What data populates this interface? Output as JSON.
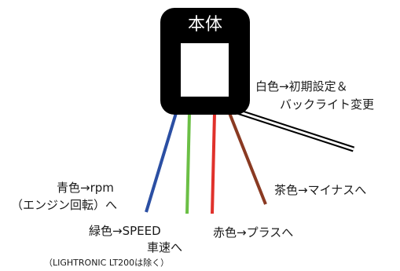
{
  "device": {
    "title": "本体"
  },
  "wires": [
    {
      "id": "white",
      "color": "#ffffff",
      "line1": "白色→初期設定＆",
      "line2": "バックライト変更"
    },
    {
      "id": "blue",
      "color": "#2b4fa3",
      "line1": "青色→rpm",
      "line2": "（エンジン回転）へ"
    },
    {
      "id": "green",
      "color": "#6bbf45",
      "line1": "緑色→SPEED",
      "line2": "車速へ",
      "note": "（LIGHTRONIC LT200は除く）"
    },
    {
      "id": "red",
      "color": "#e0312b",
      "line1": "赤色→プラスへ"
    },
    {
      "id": "brown",
      "color": "#8a3a22",
      "line1": "茶色→マイナスへ"
    }
  ]
}
